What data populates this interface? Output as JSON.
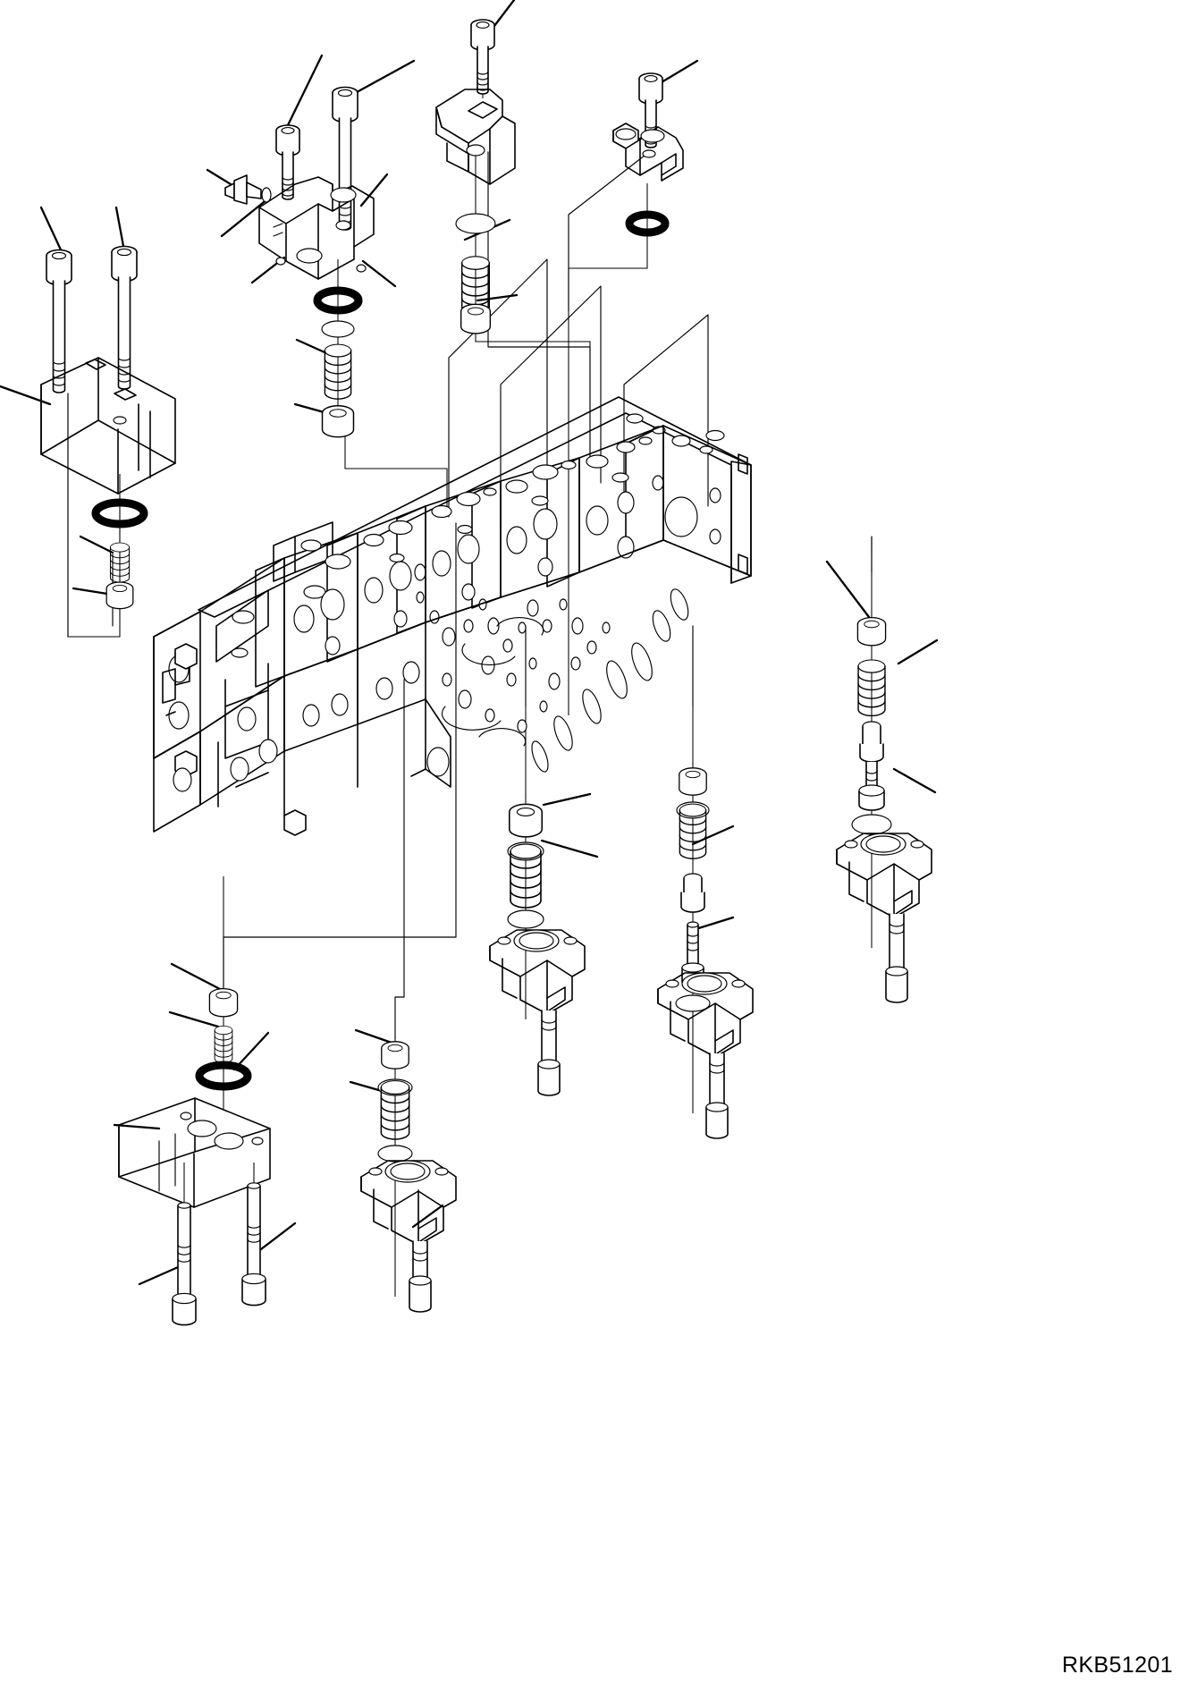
{
  "drawing": {
    "code": "RKB51201",
    "title": "Hydraulic control valve — exploded parts diagram",
    "background_color": "#ffffff",
    "line_color": "#000000",
    "sheet_width": 1330,
    "sheet_height": 1891,
    "projection": "isometric exploded view",
    "color_mode": "monochrome line art"
  },
  "assembly": {
    "name": "main-control-valve-stack",
    "description": "Multi-section hydraulic directional control valve body with exploded spool, spring, o-ring, seal-retainer, end-cap and socket-head-bolt components.",
    "section_count": 7
  },
  "component_groups": [
    {
      "id": "top-left-end-cap",
      "label": "end cap with two socket head bolts, o-ring, spring and seal retainer",
      "kind": "end-cap"
    },
    {
      "id": "top-center-relief-valve",
      "label": "relief valve housing with plug, bolts, o-ring, spring and seat",
      "kind": "relief-valve"
    },
    {
      "id": "top-center-spool-cap",
      "label": "spool cap with socket head bolt, o-ring, spring and seal retainer",
      "kind": "spool-cap"
    },
    {
      "id": "top-right-spool-cap",
      "label": "spool cap with socket head bolt and o-ring",
      "kind": "spool-cap"
    },
    {
      "id": "right-spool-assembly",
      "label": "spool with seal retainer, spring, washer, stem and end cap",
      "kind": "spool-assembly"
    },
    {
      "id": "center-spool-assembly",
      "label": "spool with collar, spring, washer and end cap with stem",
      "kind": "spool-assembly"
    },
    {
      "id": "mid-right-spool",
      "label": "spool with seal retainer, spring, stem and end cap",
      "kind": "spool-assembly"
    },
    {
      "id": "bottom-left-end-cap",
      "label": "end cap block with two long socket head bolts, o-ring and spring",
      "kind": "end-cap"
    },
    {
      "id": "bottom-center-spool",
      "label": "spool with collar, spring, washer and end cap with stem",
      "kind": "spool-assembly"
    }
  ],
  "part_kinds": [
    "socket-head-bolt",
    "o-ring",
    "coil-spring",
    "seal-retainer",
    "washer",
    "spool-stem",
    "end-cap-block",
    "valve-body-section",
    "plug"
  ],
  "legend": {
    "visible_text_items": [
      "RKB51201"
    ],
    "note": "No part number callouts or balloon labels are printed on this sheet; only plain leader lines are drawn."
  }
}
